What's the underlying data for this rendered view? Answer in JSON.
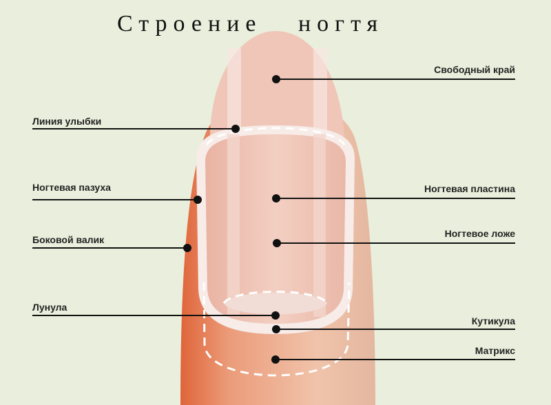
{
  "title": "Строение   ногтя",
  "labels_left": [
    {
      "id": "smile-line",
      "text": "Линия улыбки"
    },
    {
      "id": "nail-sinus",
      "text": "Ногтевая пазуха"
    },
    {
      "id": "lateral-fold",
      "text": "Боковой валик"
    },
    {
      "id": "lunula",
      "text": "Лунула"
    }
  ],
  "labels_right": [
    {
      "id": "free-edge",
      "text": "Свободный край"
    },
    {
      "id": "nail-plate",
      "text": "Ногтевая пластина"
    },
    {
      "id": "nail-bed",
      "text": "Ногтевое ложе"
    },
    {
      "id": "cuticle",
      "text": "Кутикула"
    },
    {
      "id": "matrix",
      "text": "Матрикс"
    }
  ],
  "colors": {
    "background": "#e9efdc",
    "skin": "#e99a78",
    "skin_dark": "#e06a3e",
    "nail": "#f0cbbd"
  }
}
